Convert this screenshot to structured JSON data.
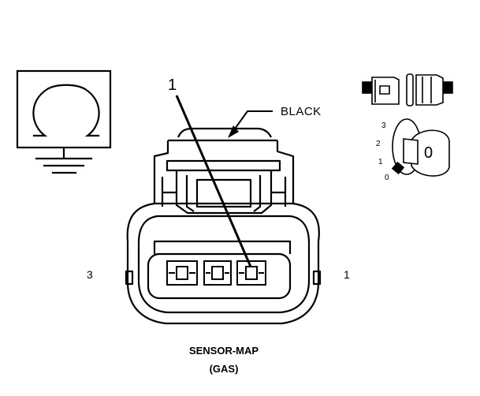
{
  "callout": {
    "pin_number": "1"
  },
  "connector": {
    "color": "BLACK",
    "side_left": "3",
    "side_right": "1",
    "name": "SENSOR-MAP",
    "variant": "(GAS)"
  },
  "ignition_key": {
    "positions": [
      "3",
      "2",
      "1",
      "0"
    ],
    "key_label": "0"
  },
  "icons": [
    "ohmmeter-ground-icon",
    "connector-plug-icon",
    "ignition-key-icon"
  ],
  "colors": {
    "line": "#000000",
    "background": "#ffffff"
  }
}
